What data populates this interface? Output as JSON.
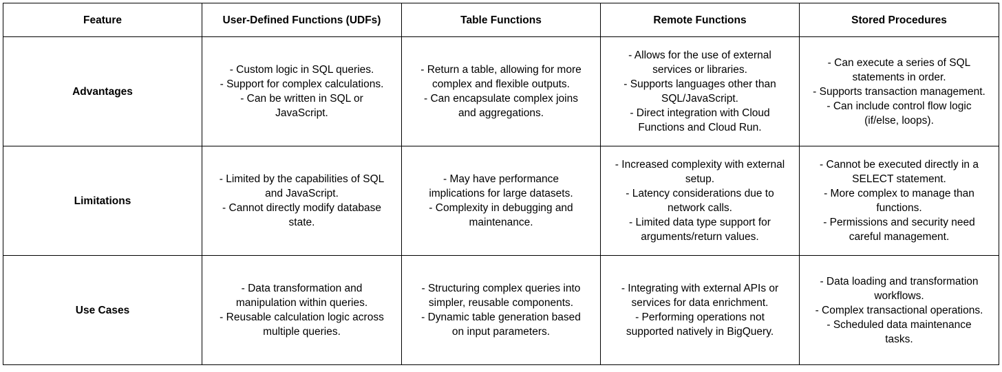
{
  "table": {
    "headers": [
      "Feature",
      "User-Defined Functions (UDFs)",
      "Table Functions",
      "Remote Functions",
      "Stored Procedures"
    ],
    "rows": [
      {
        "feature": "Advantages",
        "cells": [
          "- Custom logic in SQL queries.\n- Support for complex calculations.\n- Can be written in SQL or\nJavaScript.",
          "- Return a table, allowing for more\ncomplex and flexible outputs.\n- Can encapsulate complex joins\nand aggregations.",
          "- Allows for the use of external\nservices or libraries.\n- Supports languages other than\nSQL/JavaScript.\n- Direct integration with Cloud\nFunctions and Cloud Run.",
          "- Can execute a series of SQL\nstatements in order.\n- Supports transaction management.\n- Can include control flow logic\n(if/else, loops)."
        ]
      },
      {
        "feature": "Limitations",
        "cells": [
          "- Limited by the capabilities of SQL\nand JavaScript.\n- Cannot directly modify database\nstate.",
          "- May have performance\nimplications for large datasets.\n- Complexity in debugging and\nmaintenance.",
          "- Increased complexity with external\nsetup.\n- Latency considerations due to\nnetwork calls.\n- Limited data type support for\narguments/return values.",
          "- Cannot be executed directly in a\nSELECT statement.\n- More complex to manage than\nfunctions.\n- Permissions and security need\ncareful management."
        ]
      },
      {
        "feature": "Use Cases",
        "cells": [
          "- Data transformation and\nmanipulation within queries.\n- Reusable calculation logic across\nmultiple queries.",
          "- Structuring complex queries into\nsimpler, reusable components.\n- Dynamic table generation based\non input parameters.",
          "- Integrating with external APIs or\nservices for data enrichment.\n- Performing operations not\nsupported natively in BigQuery.",
          "- Data loading and transformation\nworkflows.\n- Complex transactional operations.\n- Scheduled data maintenance\ntasks."
        ]
      }
    ]
  }
}
